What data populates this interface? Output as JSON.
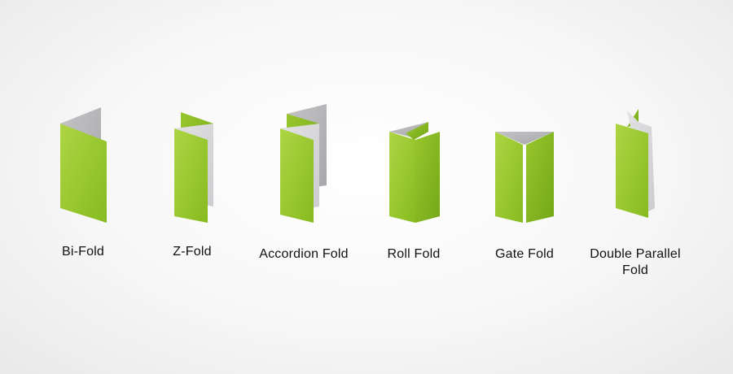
{
  "colors": {
    "green_light": "#a6cf3a",
    "green_dark": "#7fb81c",
    "green_shadow": "#6fa017",
    "gray_light": "#d6d6d8",
    "gray_mid": "#b9b9bc",
    "gray_dark": "#9d9da1"
  },
  "folds": [
    {
      "label": "Bi-Fold"
    },
    {
      "label": "Z-Fold"
    },
    {
      "label": "Accordion Fold"
    },
    {
      "label": "Roll Fold"
    },
    {
      "label": "Gate Fold"
    },
    {
      "label": "Double Parallel Fold",
      "line1": "Double Parallel",
      "line2": "Fold"
    }
  ]
}
